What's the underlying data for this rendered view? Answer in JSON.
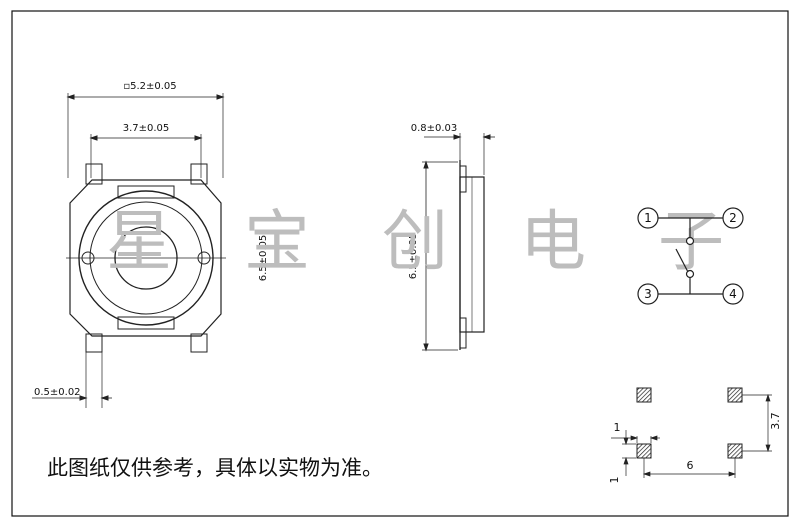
{
  "top_view": {
    "width_label": "▫5.2±0.05",
    "button_label": "3.7±0.05",
    "height_label": "6.5±0.05",
    "pin_label": "0.5±0.02"
  },
  "side_view": {
    "thickness_label": "0.8±0.03",
    "height_label": "6.5±0.05"
  },
  "schematic": {
    "pins": [
      "1",
      "2",
      "3",
      "4"
    ]
  },
  "pad_layout": {
    "pitch_v": "3.7",
    "pad_w": "1",
    "pitch_h": "6",
    "pad_h": "1"
  },
  "watermark": "星宝创电子",
  "note": "此图纸仅供参考，具体以实物为准。"
}
